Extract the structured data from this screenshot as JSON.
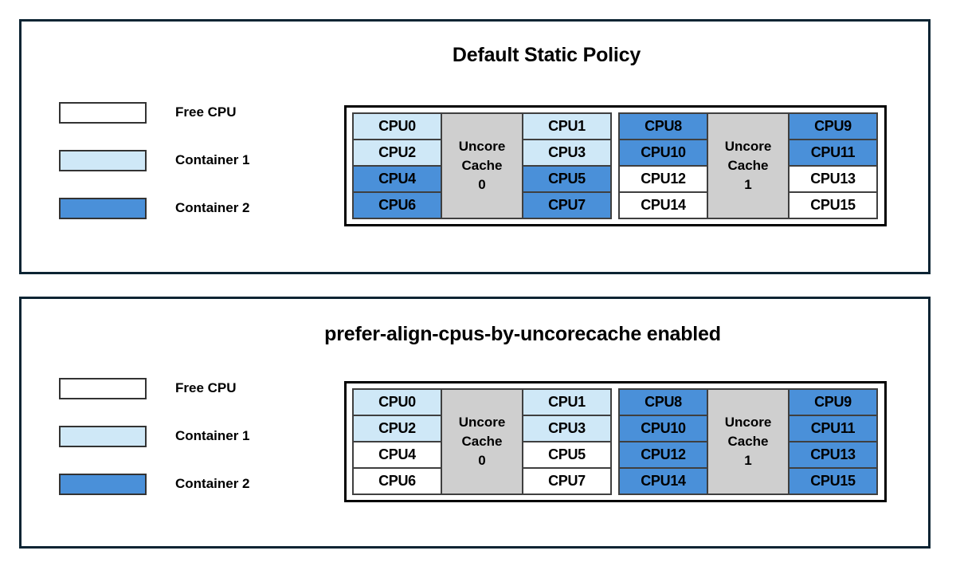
{
  "panels": [
    {
      "id": "top",
      "title": "Default Static Policy",
      "legend": [
        {
          "label": "Free CPU",
          "swatch": "free",
          "color": "#ffffff"
        },
        {
          "label": "Container 1",
          "swatch": "c1",
          "color": "#cfe8f7"
        },
        {
          "label": "Container 2",
          "swatch": "c2",
          "color": "#4a90d9"
        }
      ],
      "groups": [
        {
          "cache_label_line1": "Uncore",
          "cache_label_line2": "Cache",
          "cache_label_line3": "0",
          "left_column": [
            {
              "label": "CPU0",
              "state": "c1"
            },
            {
              "label": "CPU2",
              "state": "c1"
            },
            {
              "label": "CPU4",
              "state": "c2"
            },
            {
              "label": "CPU6",
              "state": "c2"
            }
          ],
          "right_column": [
            {
              "label": "CPU1",
              "state": "c1"
            },
            {
              "label": "CPU3",
              "state": "c1"
            },
            {
              "label": "CPU5",
              "state": "c2"
            },
            {
              "label": "CPU7",
              "state": "c2"
            }
          ]
        },
        {
          "cache_label_line1": "Uncore",
          "cache_label_line2": "Cache",
          "cache_label_line3": "1",
          "left_column": [
            {
              "label": "CPU8",
              "state": "c2"
            },
            {
              "label": "CPU10",
              "state": "c2"
            },
            {
              "label": "CPU12",
              "state": "free"
            },
            {
              "label": "CPU14",
              "state": "free"
            }
          ],
          "right_column": [
            {
              "label": "CPU9",
              "state": "c2"
            },
            {
              "label": "CPU11",
              "state": "c2"
            },
            {
              "label": "CPU13",
              "state": "free"
            },
            {
              "label": "CPU15",
              "state": "free"
            }
          ]
        }
      ]
    },
    {
      "id": "bottom",
      "title": "prefer-align-cpus-by-uncorecache enabled",
      "legend": [
        {
          "label": "Free CPU",
          "swatch": "free",
          "color": "#ffffff"
        },
        {
          "label": "Container 1",
          "swatch": "c1",
          "color": "#cfe8f7"
        },
        {
          "label": "Container 2",
          "swatch": "c2",
          "color": "#4a90d9"
        }
      ],
      "groups": [
        {
          "cache_label_line1": "Uncore",
          "cache_label_line2": "Cache",
          "cache_label_line3": "0",
          "left_column": [
            {
              "label": "CPU0",
              "state": "c1"
            },
            {
              "label": "CPU2",
              "state": "c1"
            },
            {
              "label": "CPU4",
              "state": "free"
            },
            {
              "label": "CPU6",
              "state": "free"
            }
          ],
          "right_column": [
            {
              "label": "CPU1",
              "state": "c1"
            },
            {
              "label": "CPU3",
              "state": "c1"
            },
            {
              "label": "CPU5",
              "state": "free"
            },
            {
              "label": "CPU7",
              "state": "free"
            }
          ]
        },
        {
          "cache_label_line1": "Uncore",
          "cache_label_line2": "Cache",
          "cache_label_line3": "1",
          "left_column": [
            {
              "label": "CPU8",
              "state": "c2"
            },
            {
              "label": "CPU10",
              "state": "c2"
            },
            {
              "label": "CPU12",
              "state": "c2"
            },
            {
              "label": "CPU14",
              "state": "c2"
            }
          ],
          "right_column": [
            {
              "label": "CPU9",
              "state": "c2"
            },
            {
              "label": "CPU11",
              "state": "c2"
            },
            {
              "label": "CPU13",
              "state": "c2"
            },
            {
              "label": "CPU15",
              "state": "c2"
            }
          ]
        }
      ]
    }
  ]
}
